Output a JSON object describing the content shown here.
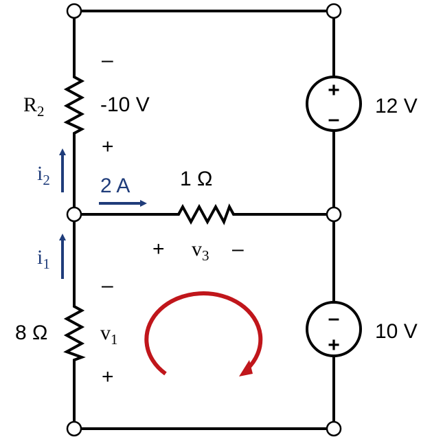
{
  "colors": {
    "wire": "#000000",
    "current_arrow": "#1f3c7a",
    "loop_arrow": "#c0161b"
  },
  "r2": {
    "symbol": "R",
    "subscript": "2",
    "voltage": "-10 V",
    "top_sign": "–",
    "bottom_sign": "+"
  },
  "i2": {
    "symbol": "i",
    "subscript": "2"
  },
  "i1": {
    "symbol": "i",
    "subscript": "1"
  },
  "current_2a": "2 A",
  "r3": {
    "value": "1 Ω",
    "plus": "+",
    "minus": "–",
    "symbol": "v",
    "subscript": "3"
  },
  "r1": {
    "value": "8 Ω",
    "symbol": "v",
    "subscript": "1",
    "top_sign": "–",
    "bottom_sign": "+"
  },
  "source_top": {
    "value": "12 V",
    "top_sign": "+",
    "bottom_sign": "–"
  },
  "source_bottom": {
    "value": "10 V",
    "top_sign": "–",
    "bottom_sign": "+"
  },
  "icons": [
    "resistor-icon",
    "voltage-source-icon",
    "current-arrow-icon",
    "loop-arrow-icon"
  ]
}
